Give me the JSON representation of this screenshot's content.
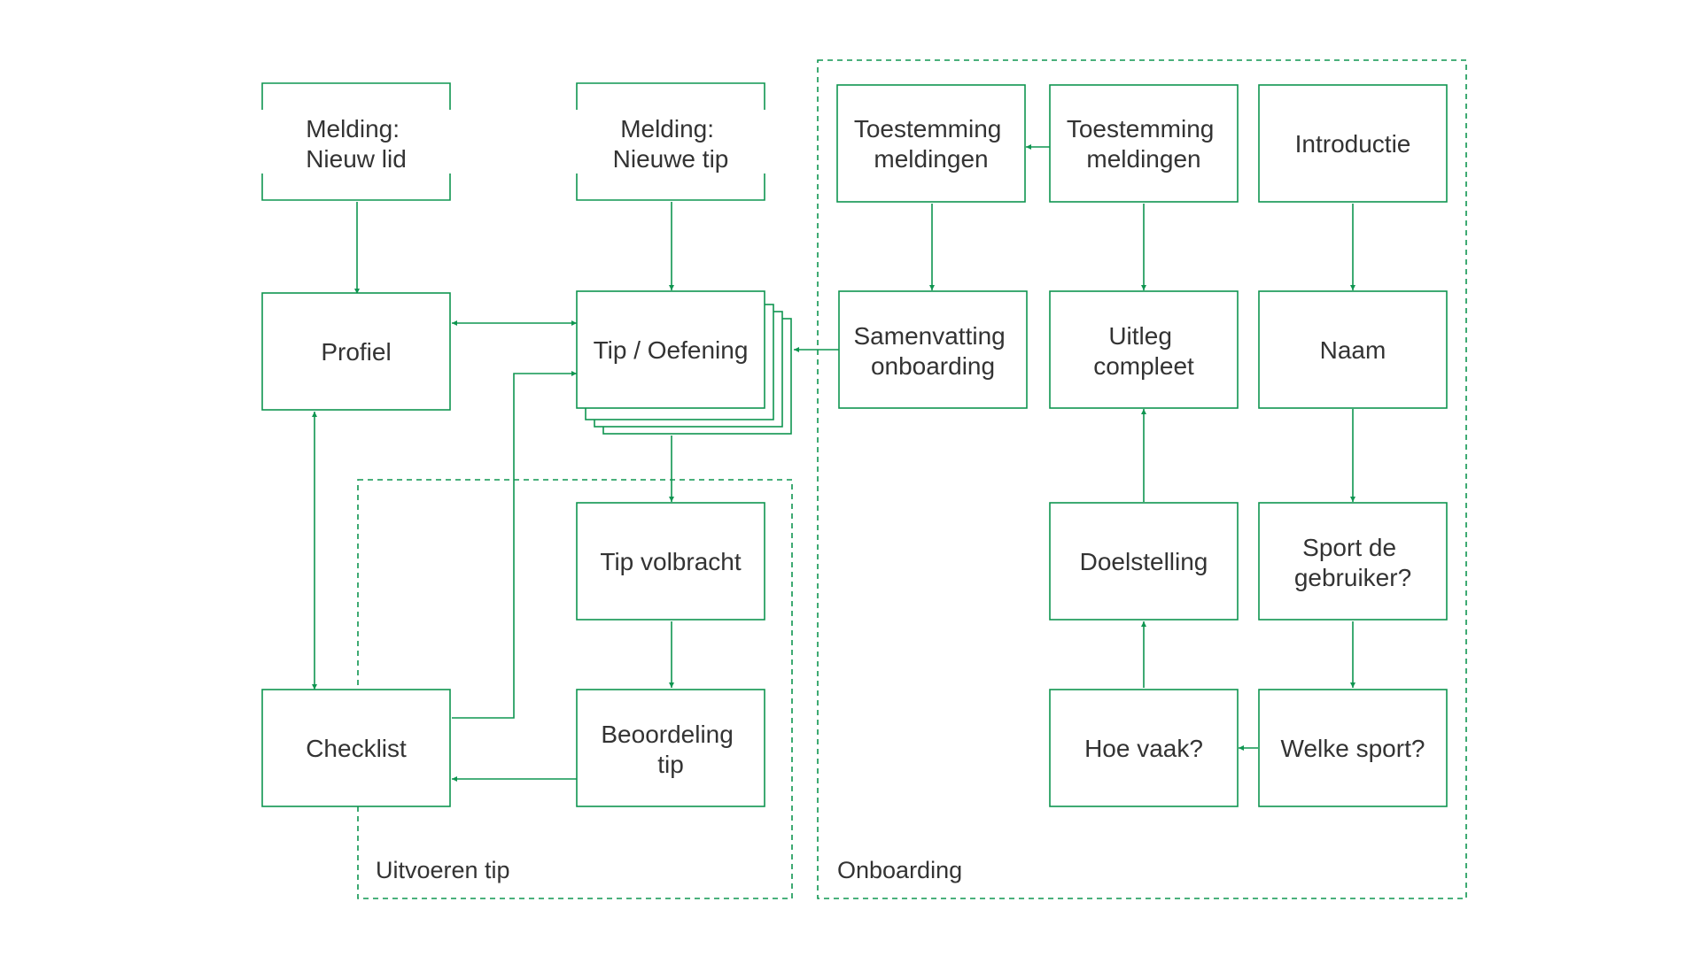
{
  "colors": {
    "accent": "#0f9550",
    "text": "#333333",
    "background": "#ffffff"
  },
  "groups": {
    "uitvoeren_tip": {
      "label": "Uitvoeren tip"
    },
    "onboarding": {
      "label": "Onboarding"
    }
  },
  "nodes": {
    "melding_nieuw_lid": {
      "lines": [
        "Melding:",
        "Nieuw lid"
      ]
    },
    "melding_nieuwe_tip": {
      "lines": [
        "Melding:",
        "Nieuwe tip"
      ]
    },
    "profiel": {
      "lines": [
        "Profiel"
      ]
    },
    "tip_oefening": {
      "lines": [
        "Tip / Oefening"
      ]
    },
    "tip_volbracht": {
      "lines": [
        "Tip volbracht"
      ]
    },
    "checklist": {
      "lines": [
        "Checklist"
      ]
    },
    "beoordeling_tip": {
      "lines": [
        "Beoordeling",
        "tip"
      ]
    },
    "toestemming_meldingen_1": {
      "lines": [
        "Toestemming",
        "meldingen"
      ]
    },
    "toestemming_meldingen_2": {
      "lines": [
        "Toestemming",
        "meldingen"
      ]
    },
    "introductie": {
      "lines": [
        "Introductie"
      ]
    },
    "samenvatting_onboarding": {
      "lines": [
        "Samenvatting",
        "onboarding"
      ]
    },
    "uitleg_compleet": {
      "lines": [
        "Uitleg",
        "compleet"
      ]
    },
    "naam": {
      "lines": [
        "Naam"
      ]
    },
    "doelstelling": {
      "lines": [
        "Doelstelling"
      ]
    },
    "sport_de_gebruiker": {
      "lines": [
        "Sport de",
        "gebruiker?"
      ]
    },
    "hoe_vaak": {
      "lines": [
        "Hoe vaak?"
      ]
    },
    "welke_sport": {
      "lines": [
        "Welke sport?"
      ]
    }
  }
}
